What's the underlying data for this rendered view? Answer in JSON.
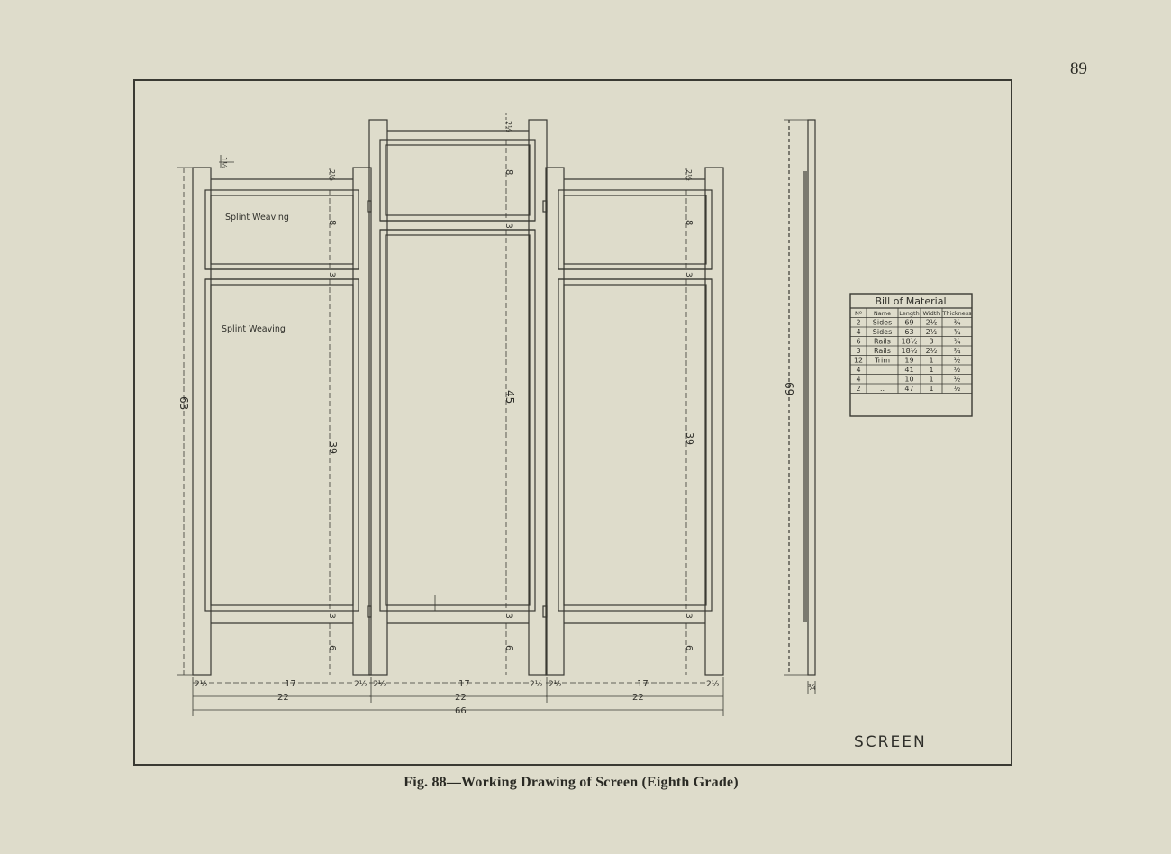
{
  "page": {
    "number": "89"
  },
  "drawing": {
    "title": "SCREEN",
    "labels": {
      "weaving_top": "Splint Weaving",
      "weaving_main": "Splint Weaving"
    },
    "dims": {
      "height_left": "63",
      "height_center": "45",
      "height_right": "69",
      "panel_39_left": "39",
      "panel_39_right": "39",
      "top_8": "8",
      "rail_3": "3",
      "gap_6": "6",
      "post_2_1_2": "2½",
      "top_offset_1_1_2": "1½",
      "top_offset_2_1_2": "2½",
      "width_17": "17",
      "width_22": "22",
      "total_66": "66",
      "thickness_3_4": "¾"
    }
  },
  "bill_of_material": {
    "title": "Bill of Material",
    "headers": [
      "Nº",
      "Name",
      "Length",
      "Width",
      "Thickness"
    ],
    "rows": [
      [
        "2",
        "Sides",
        "69",
        "2½",
        "¾"
      ],
      [
        "4",
        "Sides",
        "63",
        "2½",
        "¾"
      ],
      [
        "6",
        "Rails",
        "18½",
        "3",
        "¾"
      ],
      [
        "3",
        "Rails",
        "18½",
        "2½",
        "¾"
      ],
      [
        "12",
        "Trim",
        "19",
        "1",
        "½"
      ],
      [
        "4",
        "",
        "41",
        "1",
        "½"
      ],
      [
        "4",
        "",
        "10",
        "1",
        "½"
      ],
      [
        "2",
        "..",
        "47",
        "1",
        "½"
      ]
    ]
  },
  "caption": "Fig. 88—Working Drawing of Screen (Eighth Grade)"
}
